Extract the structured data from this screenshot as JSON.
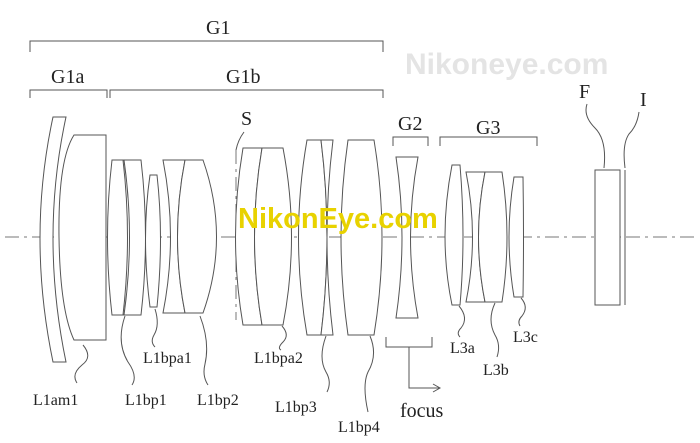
{
  "groups": {
    "g1": "G1",
    "g1a": "G1a",
    "g1b": "G1b",
    "g2": "G2",
    "g3": "G3"
  },
  "stop_label": "S",
  "filter_label": "F",
  "image_label": "I",
  "focus_label": "focus",
  "lens_labels": {
    "l1am1": "L1am1",
    "l1bp1": "L1bp1",
    "l1bpa1": "L1bpa1",
    "l1bp2": "L1bp2",
    "l1bpa2": "L1bpa2",
    "l1bp3": "L1bp3",
    "l1bp4": "L1bp4",
    "l3a": "L3a",
    "l3b": "L3b",
    "l3c": "L3c"
  },
  "watermark": {
    "center": "NikonEye.com",
    "corner": "Nikoneye.com",
    "center_color": "#e8d200",
    "corner_color": "#e4e4e4"
  }
}
